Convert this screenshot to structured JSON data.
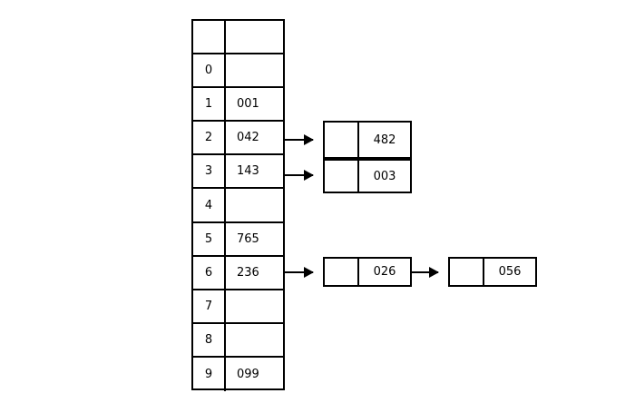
{
  "diagram": {
    "kind": "hash-table-with-separate-chaining",
    "colors": {
      "stroke": "#000000",
      "background": "#ffffff",
      "text": "#000000"
    },
    "table": {
      "name": "hash-bucket-table",
      "header_row": {
        "index": "",
        "value": ""
      },
      "rows": [
        {
          "index": "0",
          "value": ""
        },
        {
          "index": "1",
          "value": "001"
        },
        {
          "index": "2",
          "value": "042"
        },
        {
          "index": "3",
          "value": "143"
        },
        {
          "index": "4",
          "value": ""
        },
        {
          "index": "5",
          "value": "765"
        },
        {
          "index": "6",
          "value": "236"
        },
        {
          "index": "7",
          "value": ""
        },
        {
          "index": "8",
          "value": ""
        },
        {
          "index": "9",
          "value": "099"
        }
      ]
    },
    "nodes": [
      {
        "id": "node-482",
        "pointer": "",
        "value": "482",
        "from_bucket": "2"
      },
      {
        "id": "node-003",
        "pointer": "",
        "value": "003",
        "from_bucket": "3"
      },
      {
        "id": "node-026",
        "pointer": "",
        "value": "026",
        "from_bucket": "6"
      },
      {
        "id": "node-056",
        "pointer": "",
        "value": "056",
        "from_node": "node-026"
      }
    ],
    "arrows": [
      {
        "id": "arrow-bucket-2-to-482",
        "from": "bucket-2",
        "to": "node-482"
      },
      {
        "id": "arrow-bucket-3-to-003",
        "from": "bucket-3",
        "to": "node-003"
      },
      {
        "id": "arrow-bucket-6-to-026",
        "from": "bucket-6",
        "to": "node-026"
      },
      {
        "id": "arrow-026-to-056",
        "from": "node-026",
        "to": "node-056"
      }
    ]
  }
}
